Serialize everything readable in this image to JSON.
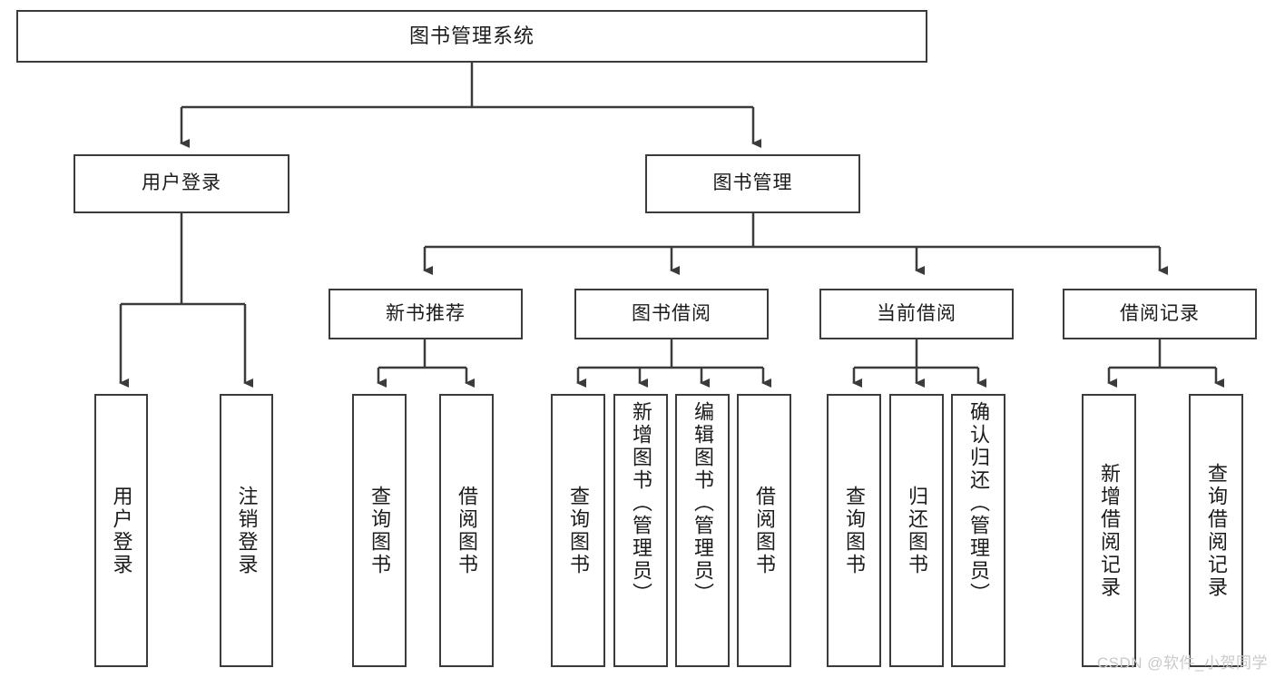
{
  "diagram": {
    "title": "图书管理系统",
    "type": "tree-hierarchy-diagram",
    "colors": {
      "box_border": "#3b3b3b",
      "box_fill": "#ffffff",
      "connector": "#3b3b3b",
      "text": "#1b1b1b",
      "watermark": "#c9c9c9"
    },
    "levels": {
      "level0": [
        {
          "id": "root",
          "label": "图书管理系统"
        }
      ],
      "level1": [
        {
          "id": "login",
          "label": "用户登录"
        },
        {
          "id": "bookmgmt",
          "label": "图书管理"
        }
      ],
      "level2": [
        {
          "id": "newbook",
          "label": "新书推荐"
        },
        {
          "id": "borrow",
          "label": "图书借阅"
        },
        {
          "id": "current",
          "label": "当前借阅"
        },
        {
          "id": "records",
          "label": "借阅记录"
        }
      ],
      "level3": [
        {
          "id": "leaf-1",
          "parent": "login",
          "label": "用户登录"
        },
        {
          "id": "leaf-2",
          "parent": "login",
          "label": "注销登录"
        },
        {
          "id": "leaf-3",
          "parent": "newbook",
          "label": "查询图书"
        },
        {
          "id": "leaf-4",
          "parent": "newbook",
          "label": "借阅图书"
        },
        {
          "id": "leaf-5",
          "parent": "borrow",
          "label": "查询图书"
        },
        {
          "id": "leaf-6",
          "parent": "borrow",
          "label": "新增图书（管理员）"
        },
        {
          "id": "leaf-7",
          "parent": "borrow",
          "label": "编辑图书（管理员）"
        },
        {
          "id": "leaf-8",
          "parent": "borrow",
          "label": "借阅图书"
        },
        {
          "id": "leaf-9",
          "parent": "current",
          "label": "查询图书"
        },
        {
          "id": "leaf-10",
          "parent": "current",
          "label": "归还图书"
        },
        {
          "id": "leaf-11",
          "parent": "current",
          "label": "确认归还（管理员）"
        },
        {
          "id": "leaf-12",
          "parent": "records",
          "label": "新增借阅记录"
        },
        {
          "id": "leaf-13",
          "parent": "records",
          "label": "查询借阅记录"
        }
      ]
    }
  },
  "watermark": {
    "text": "CSDN @软件_小贺同学"
  }
}
